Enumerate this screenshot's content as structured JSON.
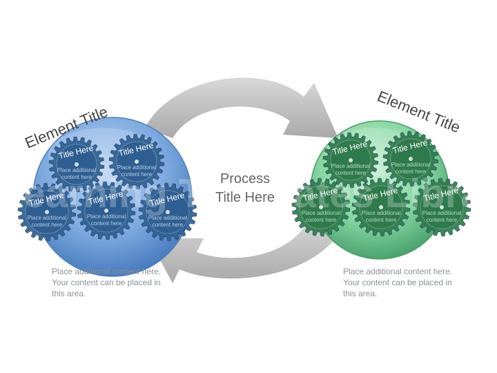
{
  "center": {
    "line1": "Process",
    "line2": "Title Here"
  },
  "left": {
    "title": "Element Title",
    "color": "#2f5f92",
    "gears": [
      {
        "title": "Title Here",
        "line1": "Place additional",
        "line2": "content here"
      },
      {
        "title": "Title Here",
        "line1": "Place additional",
        "line2": "content here"
      },
      {
        "title": "Title Here",
        "line1": "Place additional",
        "line2": "content here"
      },
      {
        "title": "Title Here",
        "line1": "Place additional",
        "line2": "content here"
      },
      {
        "title": "Title Here",
        "line1": "Place additional",
        "line2": "content here"
      }
    ],
    "caption": "Place additional content here. Your content can be placed in this area."
  },
  "right": {
    "title": "Element Title",
    "color": "#2f7a4c",
    "gears": [
      {
        "title": "Title Here",
        "line1": "Place additional",
        "line2": "content here"
      },
      {
        "title": "Title Here",
        "line1": "Place additional",
        "line2": "content here"
      },
      {
        "title": "Title Here",
        "line1": "Place additional",
        "line2": "content here"
      },
      {
        "title": "Title Here",
        "line1": "Place additional",
        "line2": "content here"
      },
      {
        "title": "Title Here",
        "line1": "Place additional",
        "line2": "content here"
      }
    ],
    "caption": "Place additional content here. Your content can be placed in this area."
  },
  "watermark": "eLearning Templates Library"
}
